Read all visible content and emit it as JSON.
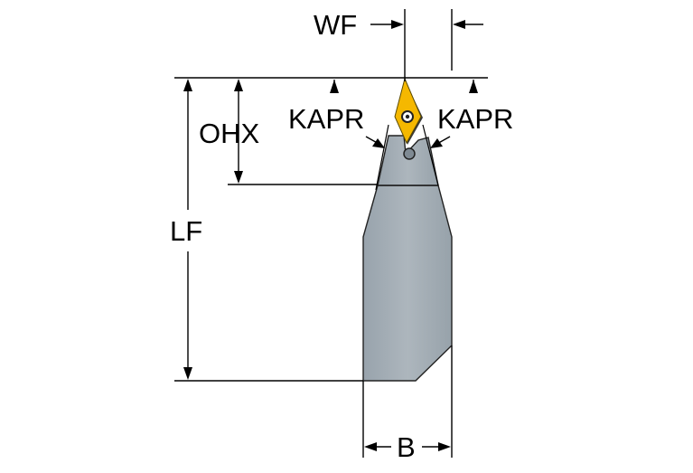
{
  "labels": {
    "wf": "WF",
    "ohx": "OHX",
    "kapr_left": "KAPR",
    "kapr_right": "KAPR",
    "lf": "LF",
    "b": "B"
  },
  "colors": {
    "holder_body": "#a2acb4",
    "holder_edge": "#222222",
    "insert": "#f5b800",
    "insert_dark": "#3a3a3a",
    "line": "#000000"
  },
  "icons": {
    "screw": "insert-screw-icon"
  }
}
